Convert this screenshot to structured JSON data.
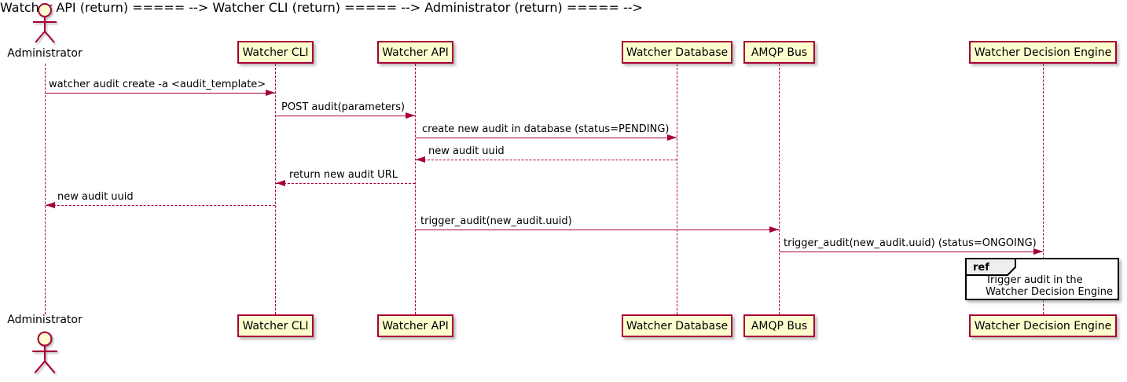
{
  "participants": [
    {
      "label": "Administrator",
      "type": "actor"
    },
    {
      "label": "Watcher CLI",
      "type": "participant"
    },
    {
      "label": "Watcher API",
      "type": "participant"
    },
    {
      "label": "Watcher Database",
      "type": "participant"
    },
    {
      "label": "AMQP Bus",
      "type": "participant"
    },
    {
      "label": "Watcher Decision Engine",
      "type": "participant"
    }
  ],
  "messages": [
    {
      "label": "watcher audit create -a <audit_template>",
      "from": "Administrator",
      "to": "Watcher CLI",
      "line": "solid"
    },
    {
      "label": "POST audit(parameters)",
      "from": "Watcher CLI",
      "to": "Watcher API",
      "line": "solid"
    },
    {
      "label": "create new audit in database (status=PENDING)",
      "from": "Watcher API",
      "to": "Watcher Database",
      "line": "solid"
    },
    {
      "label": "new audit uuid",
      "from": "Watcher Database",
      "to": "Watcher API",
      "line": "dashed"
    },
    {
      "label": "return new audit URL",
      "from": "Watcher API",
      "to": "Watcher CLI",
      "line": "dashed"
    },
    {
      "label": "new audit uuid",
      "from": "Watcher CLI",
      "to": "Administrator",
      "line": "dashed"
    },
    {
      "label": "trigger_audit(new_audit.uuid)",
      "from": "Watcher API",
      "to": "AMQP Bus",
      "line": "solid"
    },
    {
      "label": "trigger_audit(new_audit.uuid) (status=ONGOING)",
      "from": "AMQP Bus",
      "to": "Watcher Decision Engine",
      "line": "solid"
    }
  ],
  "ref": {
    "keyword": "ref",
    "line1": "Trigger audit in the",
    "line2": "Watcher Decision Engine"
  },
  "colors": {
    "participant_fill": "#FEFECE",
    "stroke": "#A80036",
    "text": "#000000",
    "ref_keyword_fill": "#EEEEEE",
    "ref_border": "#000000"
  }
}
